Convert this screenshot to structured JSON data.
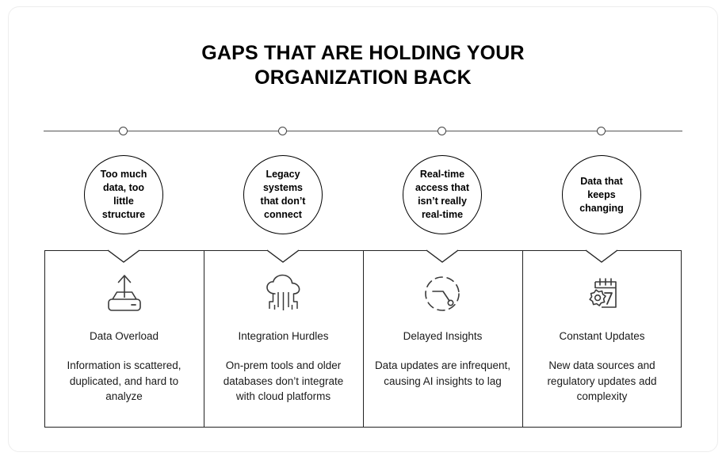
{
  "title": {
    "line1": "GAPS THAT ARE HOLDING YOUR",
    "line2": "ORGANIZATION BACK"
  },
  "colors": {
    "frame_border": "#ededed",
    "stroke": "#222222",
    "timeline": "#555555",
    "text": "#1a1a1a",
    "title_text": "#000000"
  },
  "timeline": {
    "nodes": [
      {
        "label": "timeline-node-1"
      },
      {
        "label": "timeline-node-2"
      },
      {
        "label": "timeline-node-3"
      },
      {
        "label": "timeline-node-4"
      }
    ]
  },
  "bubbles": [
    {
      "line1": "Too much",
      "line2": "data, too",
      "line3": "little",
      "line4": "structure"
    },
    {
      "line1": "Legacy",
      "line2": "systems",
      "line3": "that don’t",
      "line4": "connect"
    },
    {
      "line1": "Real-time",
      "line2": "access that",
      "line3": "isn’t really",
      "line4": "real-time"
    },
    {
      "line1": "Data that",
      "line2": "keeps",
      "line3": "changing",
      "line4": ""
    }
  ],
  "panels": [
    {
      "icon": "hard-drive-upload-icon",
      "title": "Data Overload",
      "desc": "Information is scattered, duplicated, and hard to analyze"
    },
    {
      "icon": "cloud-circuit-icon",
      "title": "Integration Hurdles",
      "desc": "On-prem tools and older databases don’t integrate with cloud platforms"
    },
    {
      "icon": "dashed-clock-icon",
      "title": "Delayed Insights",
      "desc": "Data updates are infrequent, causing AI insights to lag"
    },
    {
      "icon": "calendar-gear-icon",
      "title": "Constant Updates",
      "desc": "New data sources and regulatory updates add complexity"
    }
  ]
}
